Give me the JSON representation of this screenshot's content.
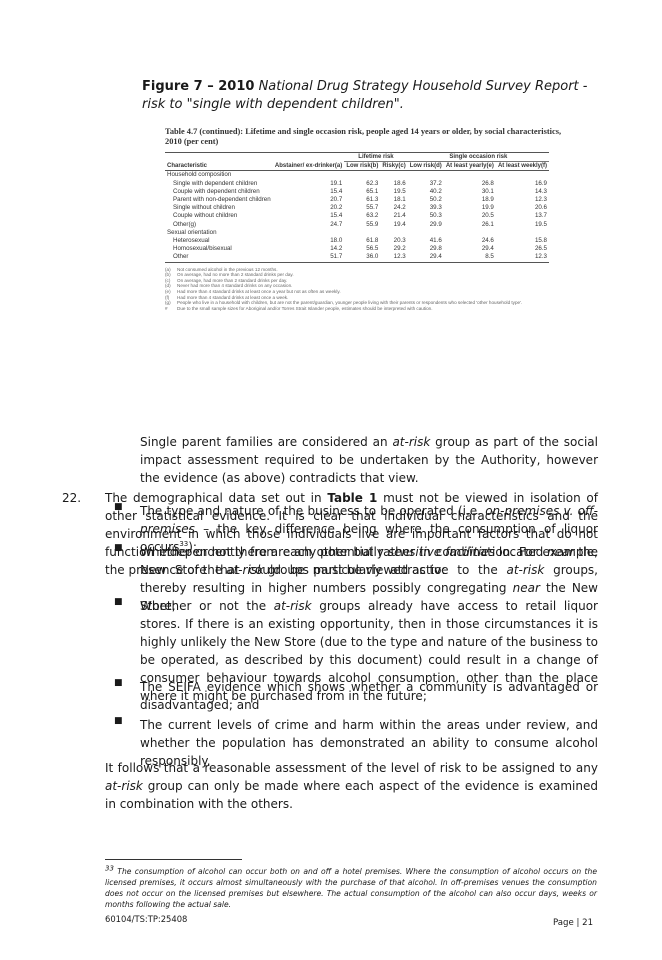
{
  "figure_caption": {
    "number": "Figure 7 – 2010",
    "rest": " National Drug Strategy Household Survey Report - risk to \"single with dependent children\"."
  },
  "table": {
    "title": "Table 4.7 (continued): Lifetime and single occasion risk, people aged 14 years or older, by social characteristics, 2010 (per cent)",
    "group_headers": {
      "lifetime": "Lifetime risk",
      "single": "Single occasion risk"
    },
    "col_headers": [
      "Characteristic",
      "Abstainer/ ex-drinker(a)",
      "Low risk(b)",
      "Risky(c)",
      "Low risk(d)",
      "At least yearly(e)",
      "At least weekly(f)"
    ],
    "sections": [
      {
        "name": "Household composition",
        "rows": [
          {
            "label": "Single with dependent children",
            "values": [
              "19.1",
              "62.3",
              "18.6",
              "37.2",
              "26.8",
              "16.9"
            ]
          },
          {
            "label": "Couple with dependent children",
            "values": [
              "15.4",
              "65.1",
              "19.5",
              "40.2",
              "30.1",
              "14.3"
            ]
          },
          {
            "label": "Parent with non-dependent children",
            "values": [
              "20.7",
              "61.3",
              "18.1",
              "50.2",
              "18.9",
              "12.3"
            ]
          },
          {
            "label": "Single without children",
            "values": [
              "20.2",
              "55.7",
              "24.2",
              "39.3",
              "19.9",
              "20.6"
            ]
          },
          {
            "label": "Couple without children",
            "values": [
              "15.4",
              "63.2",
              "21.4",
              "50.3",
              "20.5",
              "13.7"
            ]
          },
          {
            "label": "Other(g)",
            "values": [
              "24.7",
              "55.9",
              "19.4",
              "29.9",
              "26.1",
              "19.5"
            ]
          }
        ]
      },
      {
        "name": "Sexual orientation",
        "rows": [
          {
            "label": "Heterosexual",
            "values": [
              "18.0",
              "61.8",
              "20.3",
              "41.6",
              "24.6",
              "15.8"
            ]
          },
          {
            "label": "Homosexual/bisexual",
            "values": [
              "14.2",
              "56.5",
              "29.2",
              "29.8",
              "29.4",
              "26.5"
            ]
          },
          {
            "label": "Other",
            "values": [
              "51.7",
              "36.0",
              "12.3",
              "29.4",
              "8.5",
              "12.3"
            ]
          }
        ]
      }
    ],
    "notes": [
      {
        "key": "(a)",
        "text": "Not consumed alcohol in the previous 12 months."
      },
      {
        "key": "(b)",
        "text": "On average, had no more than 2 standard drinks per day."
      },
      {
        "key": "(c)",
        "text": "On average, had more than 2 standard drinks per day."
      },
      {
        "key": "(d)",
        "text": "Never had more than 4 standard drinks on any occasion."
      },
      {
        "key": "(e)",
        "text": "Had more than 4 standard drinks at least once a year but not as often as weekly."
      },
      {
        "key": "(f)",
        "text": "Had more than 4 standard drinks at least once a week."
      },
      {
        "key": "(g)",
        "text": "People who live in a household with children, but are not the parent/guardian, younger people living with their parents or respondents who selected 'other household type'."
      },
      {
        "key": "#",
        "text": "Due to the small sample sizes for Aboriginal and/or Torres Strait Islander people, estimates should be interpreted with caution."
      }
    ]
  },
  "paragraph_1": {
    "a": "Single parent families are considered an ",
    "em": "at-risk",
    "b": " group as part of the social impact assessment required to be undertaken by the Authority, however the evidence (as above) contradicts that view."
  },
  "paragraph_22": {
    "number": "22.",
    "a": "The demographical data set out in ",
    "bold": "Table 1",
    "b": " must not be viewed in isolation of other statistical evidence. It is clear that individual characteristics and the environment in which those individuals live are important factors that do not function independently from each other but rather in combination. For example, the presence of the ",
    "em": "at-risk",
    "c": " groups must be viewed as to:"
  },
  "bullets": [
    {
      "a": "The type and nature of the business to be operated (i.e. ",
      "em1": "on-premises v. off-premises",
      "b": " – the key difference being where the consumption of liquor occurs",
      "sup": "33",
      "c": ");"
    },
    {
      "a": "Whether or not there are any potentially ",
      "em1": "sensitive facilities",
      "b": " located ",
      "em2": "near",
      "c": " the New Store that could be particularly attractive to the ",
      "em3": "at-risk",
      "d": " groups, thereby resulting in higher numbers possibly congregating ",
      "em4": "near",
      "e": " the New Store;"
    },
    {
      "a": "Whether or not the ",
      "em1": "at-risk",
      "b": " groups already have access to retail liquor stores.  If there is an existing opportunity, then in those circumstances it is highly unlikely the New Store (due to the type and nature of the business to be operated, as described by this document) could result in a change of consumer behaviour towards alcohol consumption, other than the place where it might be purchased from in the future;"
    },
    {
      "a": "The SEIFA evidence which shows whether a community is advantaged or disadvantaged; and"
    },
    {
      "a": "The current levels of crime and harm within the areas under review, and whether the population has demonstrated an ability to consume alcohol responsibly."
    }
  ],
  "closing": {
    "a": "It follows that a reasonable assessment of the level of risk to be assigned to any ",
    "em": "at-risk",
    "b": " group can only be made where each aspect of the evidence is examined in combination with the others."
  },
  "footnote": {
    "num": "33",
    "text": " The consumption of alcohol can occur both on and off a hotel premises. Where the consumption of alcohol occurs on the licensed premises, it occurs almost simultaneously with the purchase of that alcohol. In off-premises venues the consumption does not occur on the licensed premises but elsewhere. The actual consumption of the alcohol can also occur days, weeks or months following the actual sale."
  },
  "doc_ref": "60104/TS:TP:25408",
  "page_label": "Page | 21"
}
